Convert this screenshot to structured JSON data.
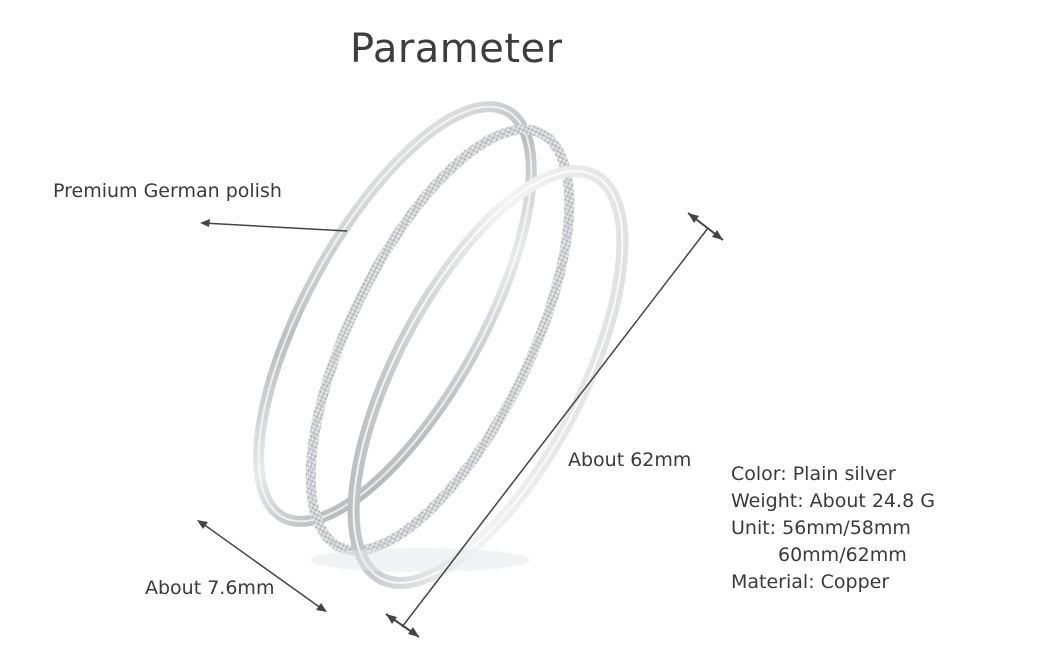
{
  "title": "Parameter",
  "annotations": {
    "polish": "Premium German polish",
    "length": "About 62mm",
    "width": "About 7.6mm"
  },
  "specs": {
    "color": "Color: Plain silver",
    "weight": "Weight: About 24.8 G",
    "unit_line1": "Unit: 56mm/58mm",
    "unit_line2": "60mm/62mm",
    "material": "Material: Copper"
  },
  "colors": {
    "background": "#ffffff",
    "text": "#3a3a3a",
    "silver": "#c8c9cc",
    "arrow": "#444444"
  },
  "icons": {
    "product": "three-silver-bangles-image"
  }
}
